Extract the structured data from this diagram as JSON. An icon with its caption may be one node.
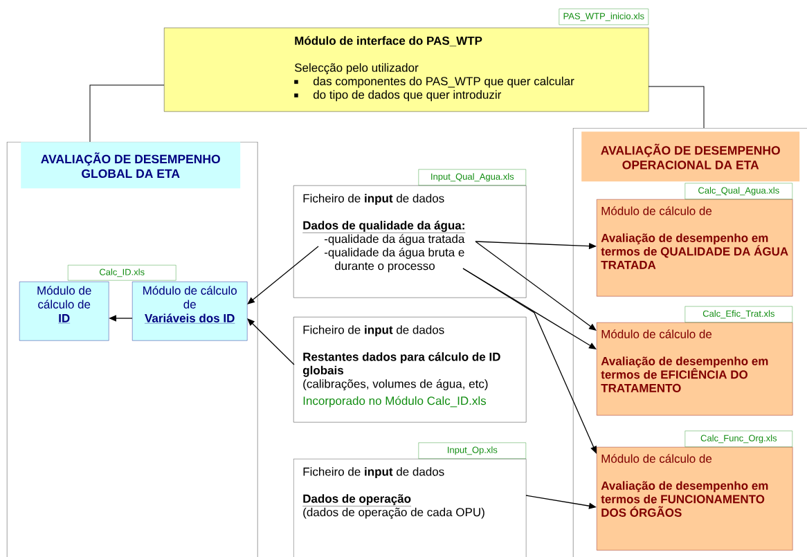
{
  "diagram": {
    "nodes": [
      {
        "text": [
          "Módulo de interface do PAS_WTP",
          "Selecção pelo utilizador",
          "das componentes do PAS_WTP que quer calcular",
          "do tipo de dados que quer introduzir"
        ],
        "beside": [
          "PAS_WTP_inicio.xls"
        ]
      },
      {
        "text": [],
        "shape": "box"
      },
      {
        "text": [
          "AVALIAÇÃO DE DESEMPENHO GLOBAL DA ETA"
        ],
        "in": 1
      },
      {
        "text": [
          "Módulo de cálculo de",
          "ID"
        ],
        "in": 1
      },
      {
        "text": [
          "Módulo de cálculo de",
          "Variáveis dos ID"
        ],
        "in": 1
      },
      {
        "text": [],
        "shape": "box"
      },
      {
        "text": [
          "AVALIAÇÃO DE DESEMPENHO OPERACIONAL DA ETA"
        ],
        "in": 5
      },
      {
        "text": [
          "Módulo de cálculo de",
          "Avaliação de desempenho em termos de QUALIDADE DA ÁGUA TRATADA"
        ],
        "in": 5,
        "beside": [
          "Calc_Qual_Agua.xls"
        ]
      },
      {
        "text": [
          "Módulo de cálculo de",
          "Avaliação de desempenho em termos de EFICIÊNCIA DO TRATAMENTO"
        ],
        "in": 5,
        "beside": [
          "Calc_Efic_Trat.xls"
        ]
      },
      {
        "text": [
          "Módulo de cálculo de",
          "Avaliação de desempenho em termos de FUNCIONAMENTO DOS ÓRGÃOS"
        ],
        "in": 5,
        "beside": [
          "Calc_Func_Org.xls"
        ]
      },
      {
        "text": [
          "Ficheiro de **input** de dados",
          "Dados de qualidade da água:",
          "-qualidade da água tratada",
          "-qualidade da água bruta e durante o processo"
        ],
        "beside": [
          "Input_Qual_Agua.xls"
        ]
      },
      {
        "text": [
          "Ficheiro de **input** de dados",
          "Restantes dados para cálculo de ID globais",
          "(calibrações, volumes de água, etc)",
          "Incorporado no Módulo Calc_ID.xls"
        ]
      },
      {
        "text": [
          "Ficheiro de **input** de dados",
          "Dados de operação",
          "(dados de operação de cada OPU)"
        ],
        "beside": [
          "Input_Op.xls"
        ]
      }
    ],
    "edges": [
      {
        "from": 0,
        "to": 1,
        "arrow": "none"
      },
      {
        "from": 0,
        "to": 5,
        "arrow": "none"
      },
      {
        "from": 10,
        "to": 4,
        "arrow": "to"
      },
      {
        "from": 11,
        "to": 4,
        "arrow": "to"
      },
      {
        "from": 4,
        "to": 3,
        "arrow": "to"
      },
      {
        "from": 10,
        "to": 7,
        "arrow": "to"
      },
      {
        "from": 10,
        "to": 8,
        "arrow": "to"
      },
      {
        "from": 10,
        "to": 8,
        "arrow": "to"
      },
      {
        "from": 10,
        "to": 9,
        "arrow": "to"
      },
      {
        "from": 12,
        "to": 9,
        "arrow": "to"
      }
    ],
    "labels": [
      "Calc_ID.xls"
    ]
  }
}
